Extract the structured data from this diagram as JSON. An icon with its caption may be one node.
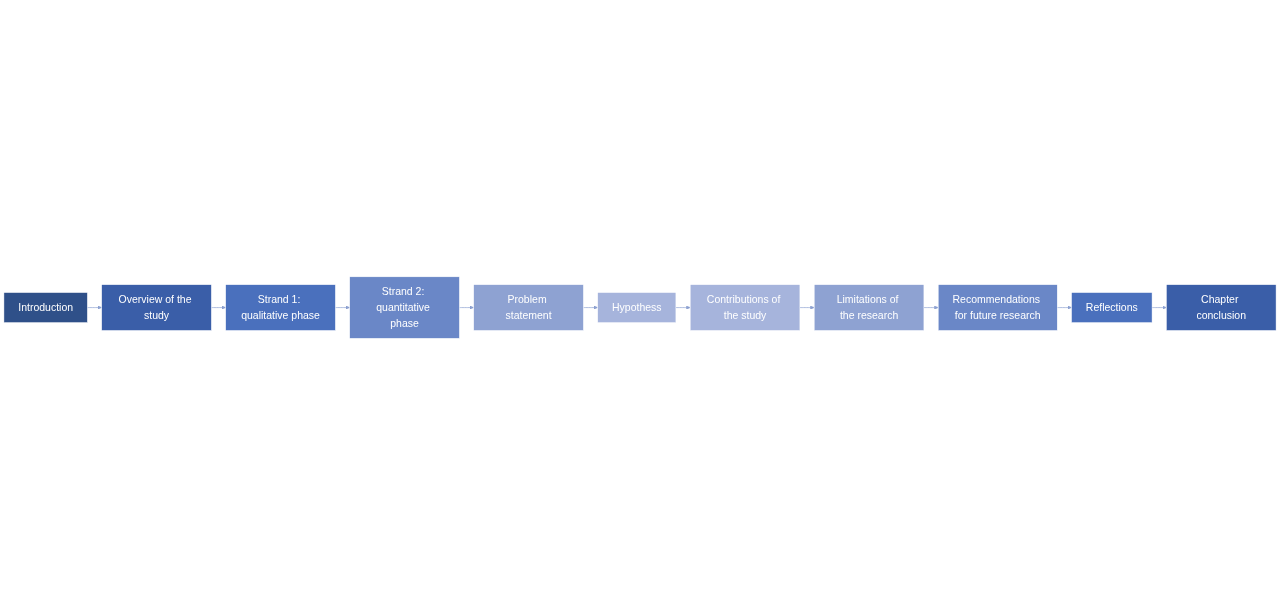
{
  "diagram": {
    "nodes": [
      {
        "text": [
          "Introduction"
        ]
      },
      {
        "text": [
          "Overview of the study"
        ]
      },
      {
        "text": [
          "Strand 1: qualitative phase"
        ]
      },
      {
        "text": [
          "Strand 2: quantitative phase"
        ]
      },
      {
        "text": [
          "Problem statement"
        ]
      },
      {
        "text": [
          "Hypothess"
        ]
      },
      {
        "text": [
          "Contributions of the study"
        ]
      },
      {
        "text": [
          "Limitations of the research"
        ]
      },
      {
        "text": [
          "Recommendations for future research"
        ]
      },
      {
        "text": [
          "Reflections"
        ]
      },
      {
        "text": [
          "Chapter conclusion"
        ]
      }
    ],
    "edges": [
      {
        "from": 0,
        "to": 1,
        "arrow": "to"
      },
      {
        "from": 1,
        "to": 2,
        "arrow": "to"
      },
      {
        "from": 2,
        "to": 3,
        "arrow": "to"
      },
      {
        "from": 3,
        "to": 4,
        "arrow": "to"
      },
      {
        "from": 4,
        "to": 5,
        "arrow": "to"
      },
      {
        "from": 5,
        "to": 6,
        "arrow": "to"
      },
      {
        "from": 6,
        "to": 7,
        "arrow": "to"
      },
      {
        "from": 7,
        "to": 8,
        "arrow": "to"
      },
      {
        "from": 8,
        "to": 9,
        "arrow": "to"
      },
      {
        "from": 9,
        "to": 10,
        "arrow": "to"
      }
    ]
  }
}
